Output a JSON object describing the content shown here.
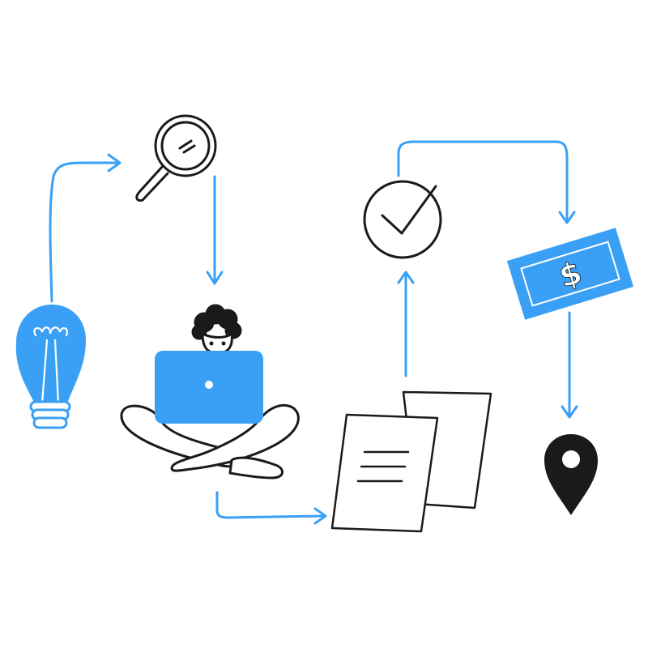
{
  "colors": {
    "accent": "#3aa0f5",
    "ink": "#1a1a1a",
    "paper": "#ffffff"
  },
  "nodes": {
    "idea": {
      "icon": "lightbulb-icon"
    },
    "research": {
      "icon": "magnifying-glass-icon"
    },
    "work": {
      "icon": "person-with-laptop-icon"
    },
    "documents": {
      "icon": "documents-icon"
    },
    "approval": {
      "icon": "checkmark-circle-icon"
    },
    "payment": {
      "icon": "money-bill-icon",
      "symbol": "$"
    },
    "destination": {
      "icon": "location-pin-icon"
    }
  },
  "flow": [
    {
      "from": "idea",
      "to": "research"
    },
    {
      "from": "research",
      "to": "work"
    },
    {
      "from": "work",
      "to": "documents"
    },
    {
      "from": "documents",
      "to": "approval"
    },
    {
      "from": "approval",
      "to": "payment"
    },
    {
      "from": "payment",
      "to": "destination"
    }
  ]
}
